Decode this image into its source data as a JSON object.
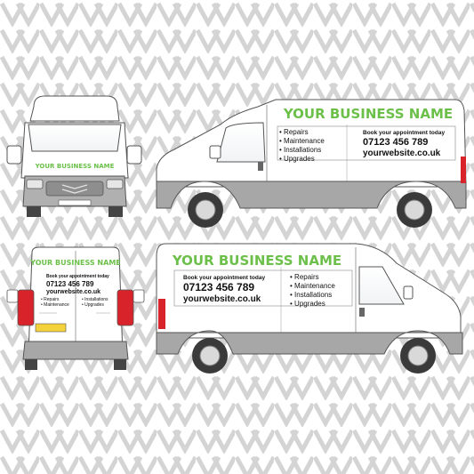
{
  "brand": {
    "business_name": "YOUR BUSINESS NAME",
    "tagline": "Book your appointment today",
    "phone": "07123 456 789",
    "website": "yourwebsite.co.uk"
  },
  "services": [
    "Repairs",
    "Maintenance",
    "Installations",
    "Upgrades"
  ],
  "rear_view": {
    "services_col1": [
      "Repairs",
      "Maintenance"
    ],
    "services_col2": [
      "Installations",
      "Upgrades"
    ]
  },
  "colors": {
    "brand_green": "#6cc04a",
    "van_body": "#ffffff",
    "outline": "#555555",
    "bumper_grey": "#a7a7a7",
    "rear_light_red": "#d8232a",
    "plate_yellow": "#f4d23b",
    "pattern_grey": "#d6d6d6"
  },
  "icons": {
    "bullet": "•",
    "background": "chevron-pattern"
  }
}
